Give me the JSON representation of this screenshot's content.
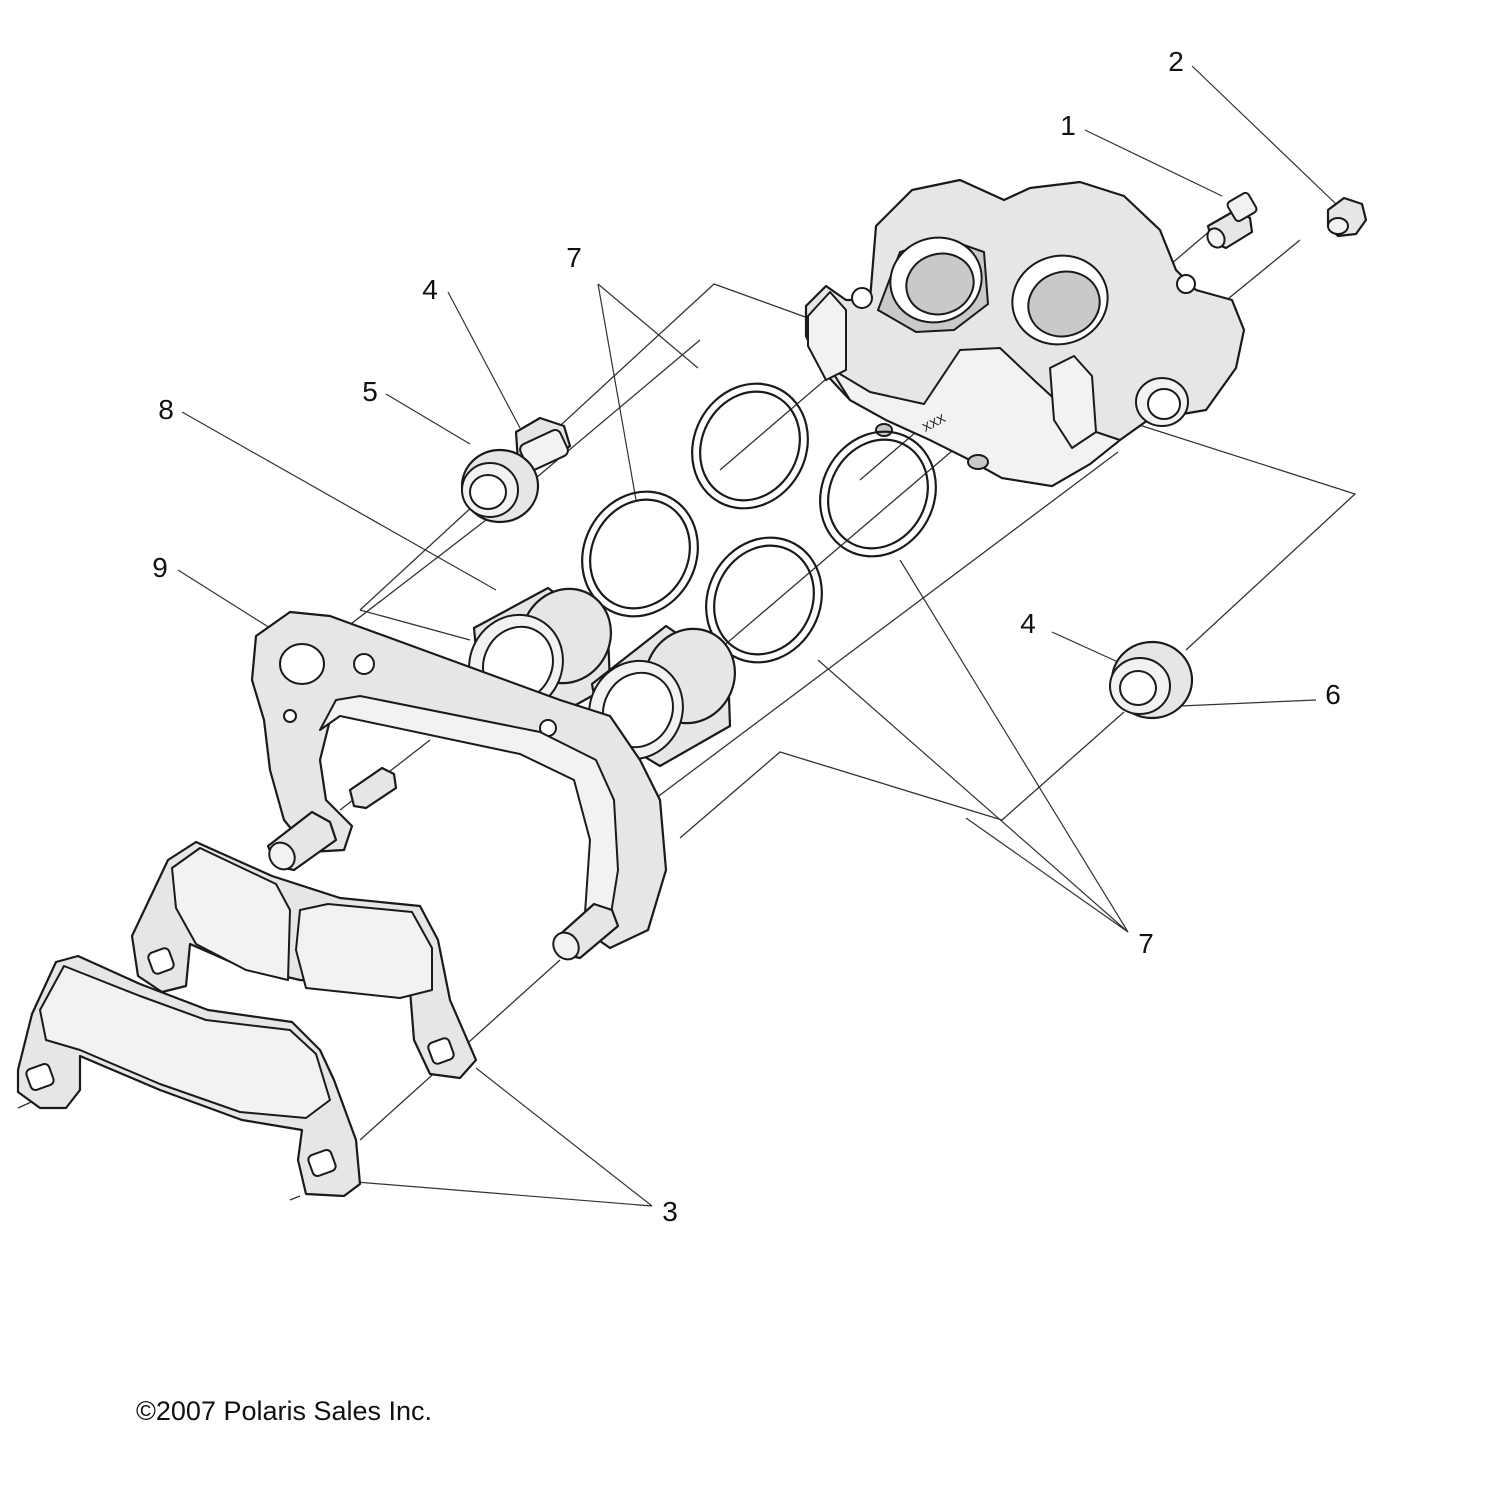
{
  "callouts": [
    {
      "id": "c1",
      "text": "1"
    },
    {
      "id": "c2",
      "text": "2"
    },
    {
      "id": "c3",
      "text": "3"
    },
    {
      "id": "c4a",
      "text": "4"
    },
    {
      "id": "c4b",
      "text": "4"
    },
    {
      "id": "c5",
      "text": "5"
    },
    {
      "id": "c6",
      "text": "6"
    },
    {
      "id": "c7a",
      "text": "7"
    },
    {
      "id": "c7b",
      "text": "7"
    },
    {
      "id": "c8",
      "text": "8"
    },
    {
      "id": "c9",
      "text": "9"
    }
  ],
  "caliper_stamp": "XXX",
  "copyright": "©2007 Polaris Sales Inc."
}
